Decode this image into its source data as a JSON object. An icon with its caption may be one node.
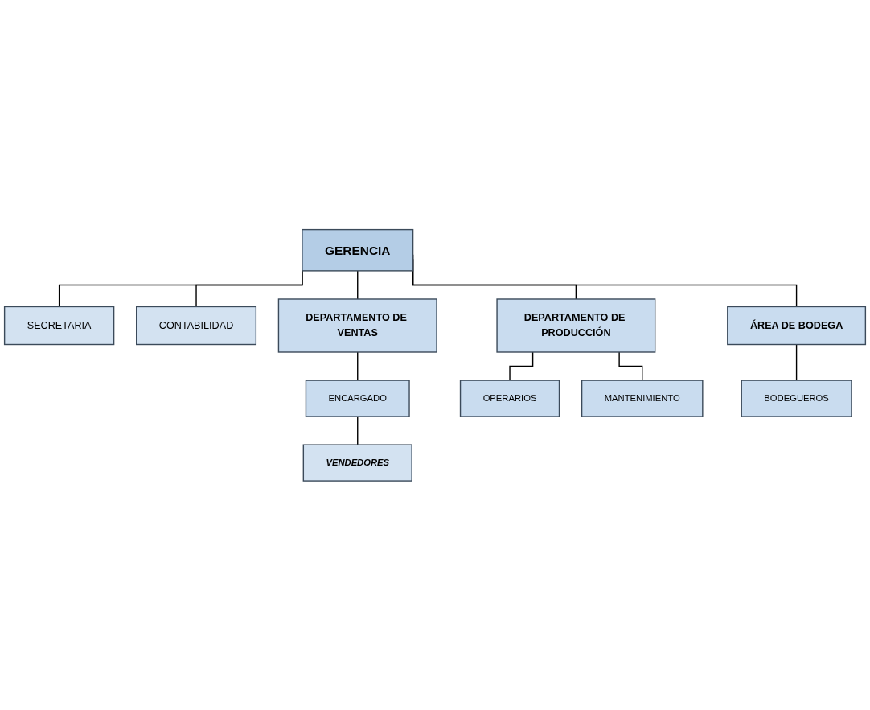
{
  "diagram": {
    "nodes": [
      {
        "text": [
          "GERENCIA"
        ]
      },
      {
        "text": [
          "SECRETARIA"
        ]
      },
      {
        "text": [
          "CONTABILIDAD"
        ]
      },
      {
        "text": [
          "DEPARTAMENTO DE VENTAS"
        ]
      },
      {
        "text": [
          "DEPARTAMENTO DE PRODUCCIÓN"
        ]
      },
      {
        "text": [
          "ÁREA DE BODEGA"
        ]
      },
      {
        "text": [
          "ENCARGADO"
        ]
      },
      {
        "text": [
          "OPERARIOS"
        ]
      },
      {
        "text": [
          "BODEGUEROS"
        ]
      },
      {
        "text": [
          "MANTENIMIENTO"
        ]
      },
      {
        "text": [
          "VENDEDORES"
        ]
      }
    ],
    "edges": [
      {
        "from": 0,
        "to": 1,
        "arrow": "none"
      },
      {
        "from": 0,
        "to": 2,
        "arrow": "none"
      },
      {
        "from": 0,
        "to": 3,
        "arrow": "none"
      },
      {
        "from": 0,
        "to": 4,
        "arrow": "none"
      },
      {
        "from": 0,
        "to": 5,
        "arrow": "none"
      },
      {
        "from": 3,
        "to": 6,
        "arrow": "none"
      },
      {
        "from": 6,
        "to": 10,
        "arrow": "none"
      },
      {
        "from": 4,
        "to": 7,
        "arrow": "none"
      },
      {
        "from": 4,
        "to": 9,
        "arrow": "none"
      },
      {
        "from": 5,
        "to": 8,
        "arrow": "none"
      }
    ]
  }
}
